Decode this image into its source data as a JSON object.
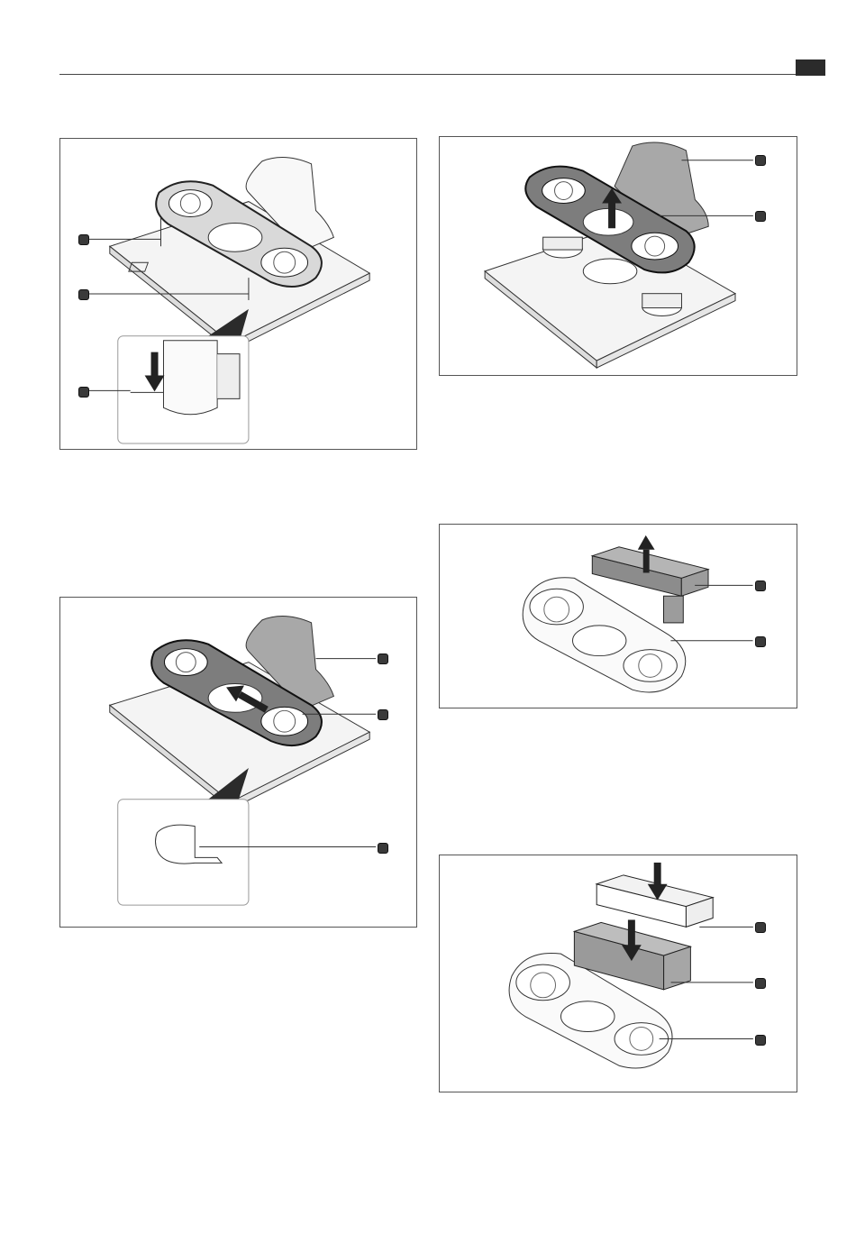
{
  "page": {
    "header_rule": "header-rule",
    "page_tab": "page-tab"
  },
  "figures": [
    {
      "id": "fig-1",
      "icons": [
        "hood-unit-icon",
        "fan-housing-icon",
        "down-arrow-icon",
        "callout-dot-icon"
      ]
    },
    {
      "id": "fig-2",
      "icons": [
        "hood-unit-icon",
        "fan-impeller-icon",
        "up-arrow-icon",
        "callout-dot-icon"
      ]
    },
    {
      "id": "fig-3",
      "icons": [
        "fan-housing-icon",
        "duct-connector-icon",
        "up-arrow-icon",
        "callout-dot-icon"
      ]
    },
    {
      "id": "fig-4",
      "icons": [
        "hood-unit-icon",
        "fan-housing-icon",
        "diagonal-arrow-icon",
        "clip-part-icon",
        "callout-dot-icon"
      ]
    },
    {
      "id": "fig-5",
      "icons": [
        "fan-housing-icon",
        "duct-connector-icon",
        "down-arrow-icon",
        "callout-dot-icon"
      ]
    }
  ],
  "colors": {
    "line": "#333333",
    "shade": "#9a9a9a",
    "dark": "#2b2b2b",
    "callout": "#3a3a3a"
  }
}
